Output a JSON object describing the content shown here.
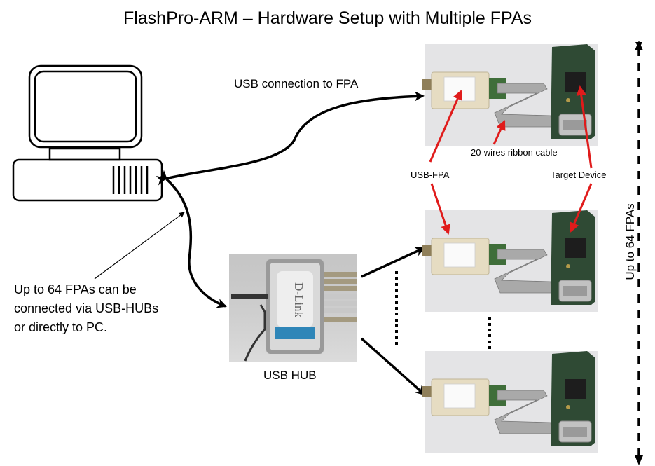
{
  "title": "FlashPro-ARM – Hardware Setup with Multiple FPAs",
  "labels": {
    "usb_connection": "USB connection to FPA",
    "ribbon_cable": "20-wires ribbon cable",
    "usb_fpa": "USB-FPA",
    "target_device": "Target Device",
    "usb_hub": "USB HUB",
    "up_to_64": "Up to 64 FPAs"
  },
  "note_lines": [
    "Up to 64 FPAs can be",
    "connected via USB-HUBs",
    "or directly to PC."
  ],
  "hub_brand": "D-Link",
  "icons": {
    "pc": "computer-icon",
    "hub": "usb-hub-photo",
    "fpa_units": [
      "fpa-unit-photo-1",
      "fpa-unit-photo-2",
      "fpa-unit-photo-3"
    ]
  },
  "colors": {
    "arrow": "#000000",
    "callout_arrow": "#e01b1b",
    "photo_bg": "#e6e6e6",
    "pcb": "#2f4a34",
    "fpa_box": "#e7dcc4",
    "ribbon": "#a9a9a9"
  }
}
